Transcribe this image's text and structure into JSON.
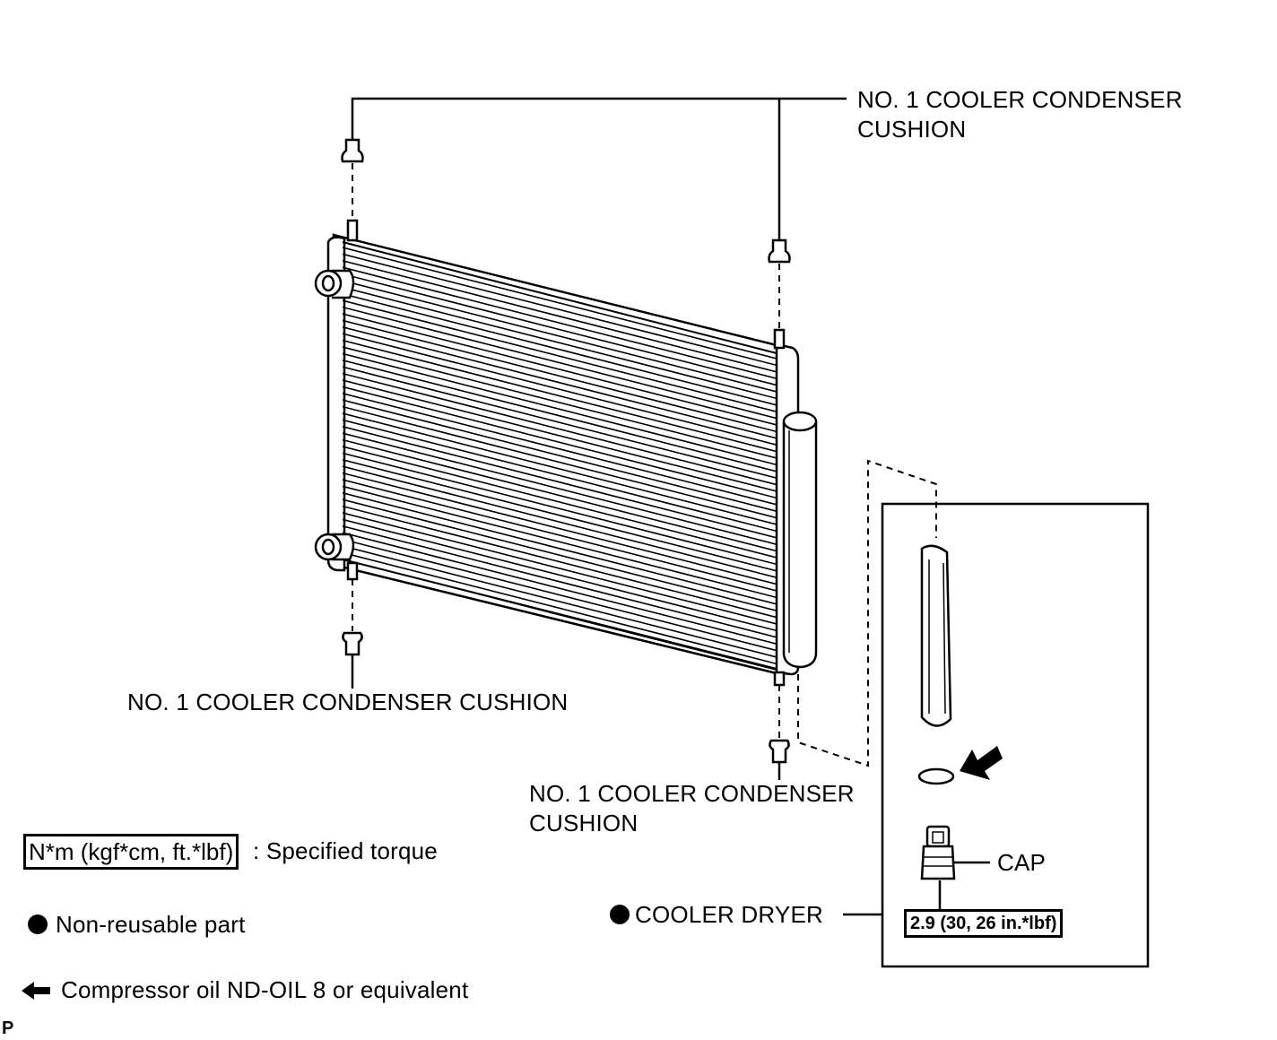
{
  "labels": {
    "cushion_top": [
      "NO. 1 COOLER CONDENSER",
      "CUSHION"
    ],
    "cushion_bottom_left": "NO. 1 COOLER CONDENSER CUSHION",
    "cushion_bottom_right": [
      "NO. 1 COOLER CONDENSER",
      "CUSHION"
    ],
    "cap": "CAP",
    "cooler_dryer": "COOLER DRYER",
    "cap_torque": "2.9 (30, 26 in.*lbf)"
  },
  "legend": {
    "torque_box": "N*m (kgf*cm, ft.*lbf)",
    "torque_text": ": Specified torque",
    "non_reusable": "Non-reusable part",
    "oil": "Compressor oil ND-OIL 8 or equivalent"
  },
  "page_code": "P"
}
